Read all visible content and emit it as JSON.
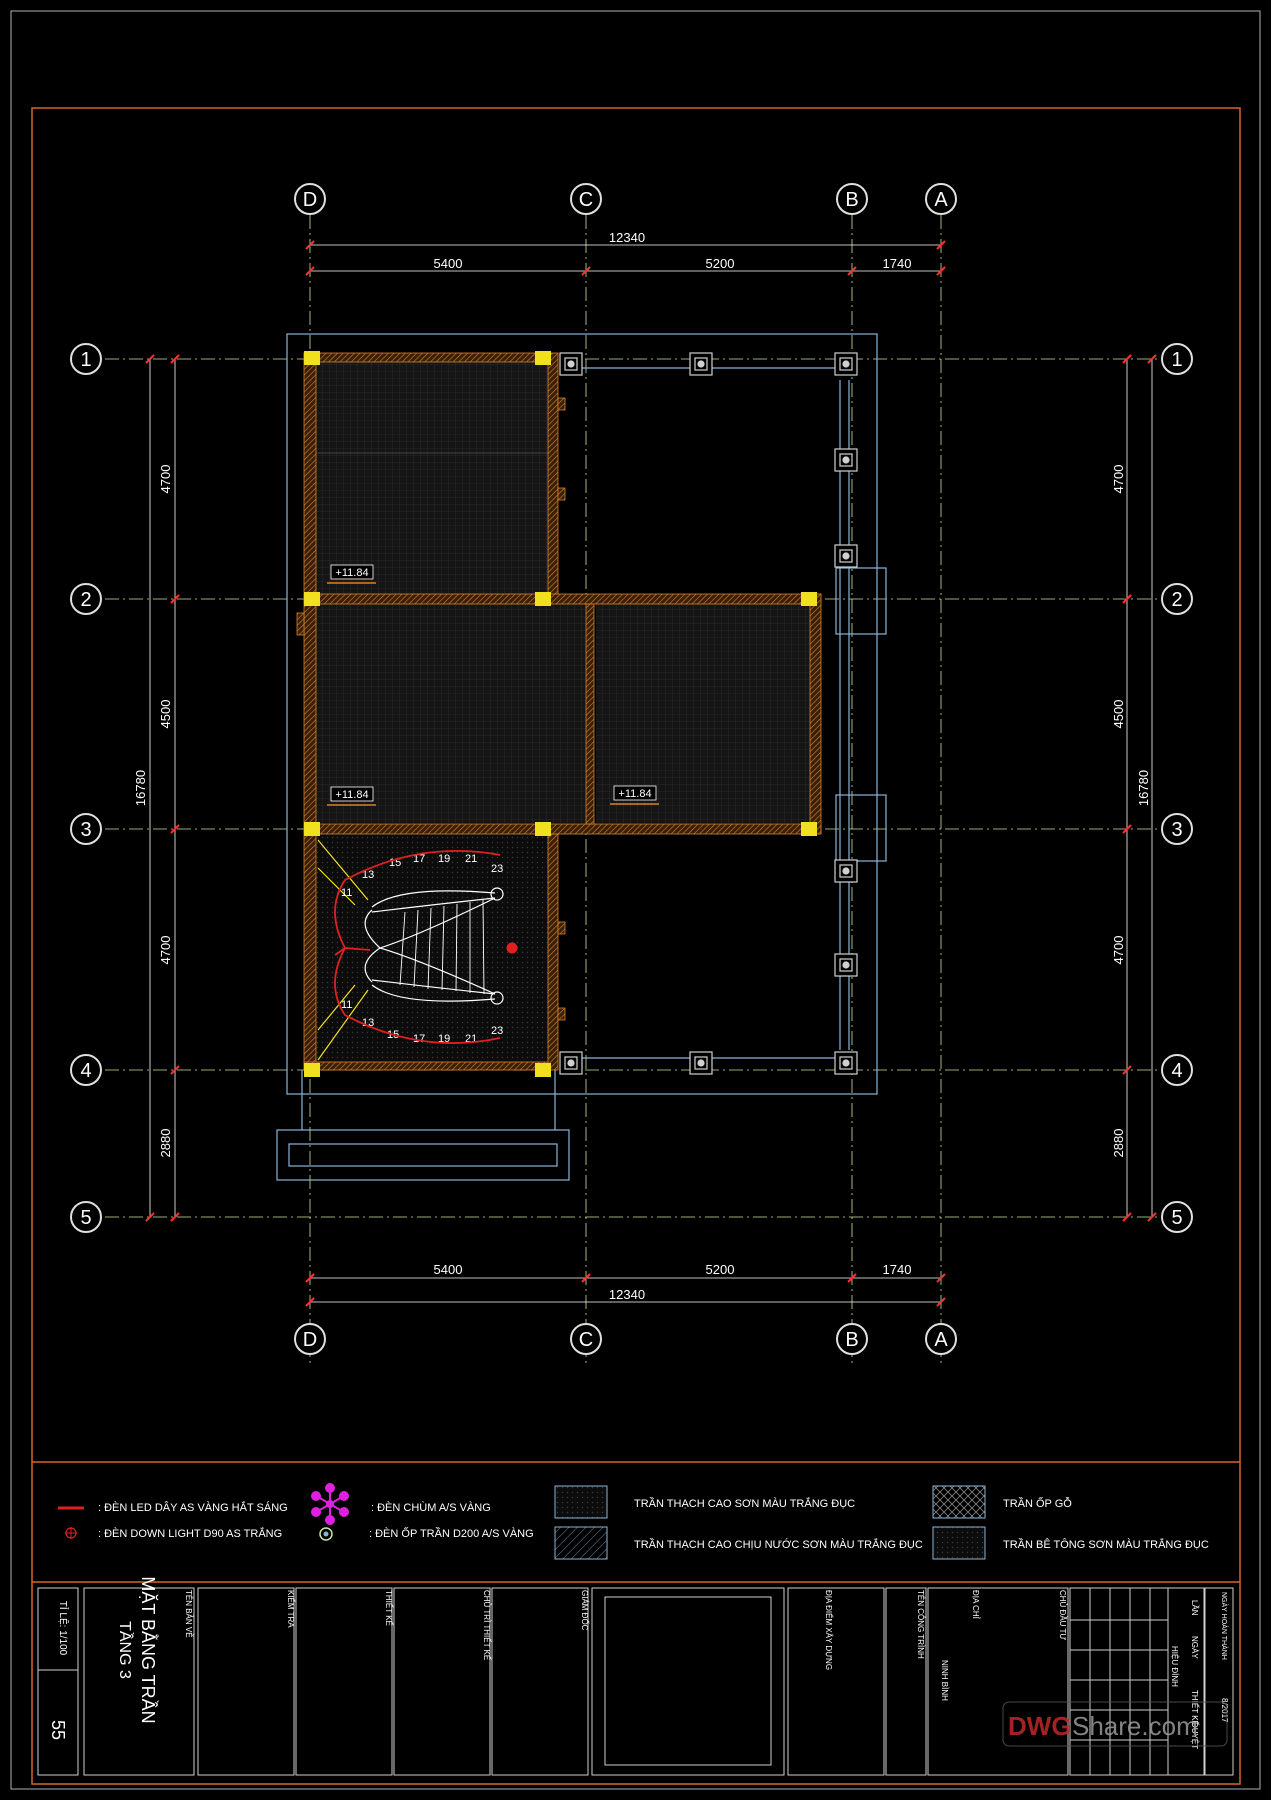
{
  "grid": {
    "columns": [
      "D",
      "C",
      "B",
      "A"
    ],
    "rows": [
      "1",
      "2",
      "3",
      "4",
      "5"
    ]
  },
  "dimensions": {
    "top_total": "12340",
    "top_spans": [
      "5400",
      "5200",
      "1740"
    ],
    "bottom_spans": [
      "5400",
      "5200",
      "1740"
    ],
    "bottom_total": "12340",
    "left_spans": [
      "4700",
      "4500",
      "4700",
      "2880"
    ],
    "left_total": "16780",
    "right_spans": [
      "4700",
      "4500",
      "4700",
      "2880"
    ],
    "right_total": "16780"
  },
  "levels": [
    "+11.84",
    "+11.84",
    "+11.84"
  ],
  "stairs": {
    "upper": [
      "13",
      "15",
      "17",
      "19",
      "21",
      "23",
      "11"
    ],
    "lower": [
      "11",
      "13",
      "15",
      "17",
      "19",
      "21",
      "23"
    ]
  },
  "legend": {
    "led_strip": ": ĐÈN LED DÂY AS VÀNG HẮT SÁNG",
    "downlight": ": ĐÈN DOWN LIGHT D90 AS TRẮNG",
    "chandelier": ": ĐÈN CHÙM A/S VÀNG",
    "ceiling_lamp": ": ĐÈN ỐP TRẦN D200 A/S VÀNG",
    "gypsum_white": "TRẦN THẠCH CAO SƠN MÀU TRẮNG ĐỤC",
    "gypsum_waterproof": "TRẦN THẠCH CAO CHỊU NƯỚC SƠN MÀU TRẮNG ĐỤC",
    "wood": "TRẦN ỐP GỖ",
    "concrete": "TRẦN BÊ TÔNG SƠN MÀU TRẮNG ĐỤC"
  },
  "title_block": {
    "scale_label": "TỈ LỆ: 1/100",
    "sheet_number": "55",
    "drawing_name_label": "TÊN BẢN VẼ",
    "drawing_title_1": "MẶT BẰNG TRẦN",
    "drawing_title_2": "TẦNG 3",
    "checked": "KIỂM TRA",
    "designer": "THIẾT KẾ",
    "lead_designer": "CHỦ TRÌ THIẾT KẾ",
    "director": "GIÁM ĐỐC",
    "location": "ĐỊA ĐIỂM XÂY DỰNG",
    "project": "TÊN CÔNG TRÌNH",
    "address_label": "ĐỊA CHỈ",
    "address_value": "NINH BÌNH",
    "owner": "CHỦ ĐẦU TƯ",
    "revision": "HIỆU ĐÍNH",
    "times": "LẦN",
    "date": "NGÀY",
    "design": "THIẾT KẾ",
    "approve": "DUYỆT",
    "complete_date": "NGÀY HOÀN THÀNH",
    "year": "8/2017"
  },
  "watermark": {
    "part1": "DWG",
    "part2": "Share.com"
  },
  "colors": {
    "frame": "#d9622b",
    "wall": "#d9822b",
    "column": "#f0e020",
    "grid_line": "#c8e6a0",
    "dim": "#ffffff",
    "dim_tick": "#ff3030",
    "bubble": "#e0e0e0",
    "stair": "#ffffff",
    "led": "#e02020",
    "magenta": "#e020e0",
    "cyan_outline": "#8ab4d6",
    "accent": "#f0e020"
  }
}
